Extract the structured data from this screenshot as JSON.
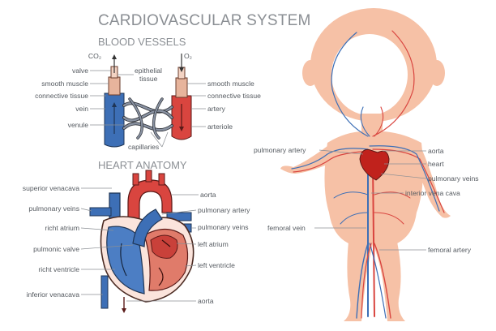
{
  "title": "CARDIOVASCULAR SYSTEM",
  "sections": {
    "blood_vessels": "BLOOD VESSELS",
    "heart_anatomy": "HEART ANATOMY"
  },
  "gases": {
    "co2": "CO₂",
    "o2": "O₂"
  },
  "vessels_labels": {
    "valve": "valve",
    "epithelial_line1": "epithelial",
    "epithelial_line2": "tissue",
    "smooth_muscle_left": "smooth muscle",
    "connective_left": "connective tissue",
    "vein": "vein",
    "venule": "venule",
    "smooth_muscle_right": "smooth muscle",
    "connective_right": "connective tissue",
    "artery": "artery",
    "arteriole": "arteriole",
    "capillaries": "capillaries"
  },
  "heart_labels": {
    "superior_venacava": "superior venacava",
    "pulmonary_veins_left": "pulmonary veins",
    "richt_atrium": "richt atrium",
    "pulmonic_valve": "pulmonic valve",
    "richt_ventricle": "richt ventricle",
    "inferior_venacava": "inferior venacava",
    "aorta_top": "aorta",
    "pulmonary_artery": "pulmonary artery",
    "pulmonary_veins_right": "pulmonary veins",
    "left_atrium": "left atrium",
    "left_ventricle": "left ventricle",
    "aorta_bottom": "aorta"
  },
  "body_labels": {
    "pulmonary_artery": "pulmonary artery",
    "femoral_vein": "femoral vein",
    "aorta": "aorta",
    "heart": "heart",
    "pulmonary_veins": "pulmonary veins",
    "interior_vena_cava": "interior vena cava",
    "femoral_artery": "femoral artery"
  },
  "colors": {
    "vein_blue": "#3d6fb6",
    "artery_red": "#d9453f",
    "skin": "#f6c1a6",
    "text_gray": "#555a60",
    "title_gray": "#8b8f94"
  }
}
